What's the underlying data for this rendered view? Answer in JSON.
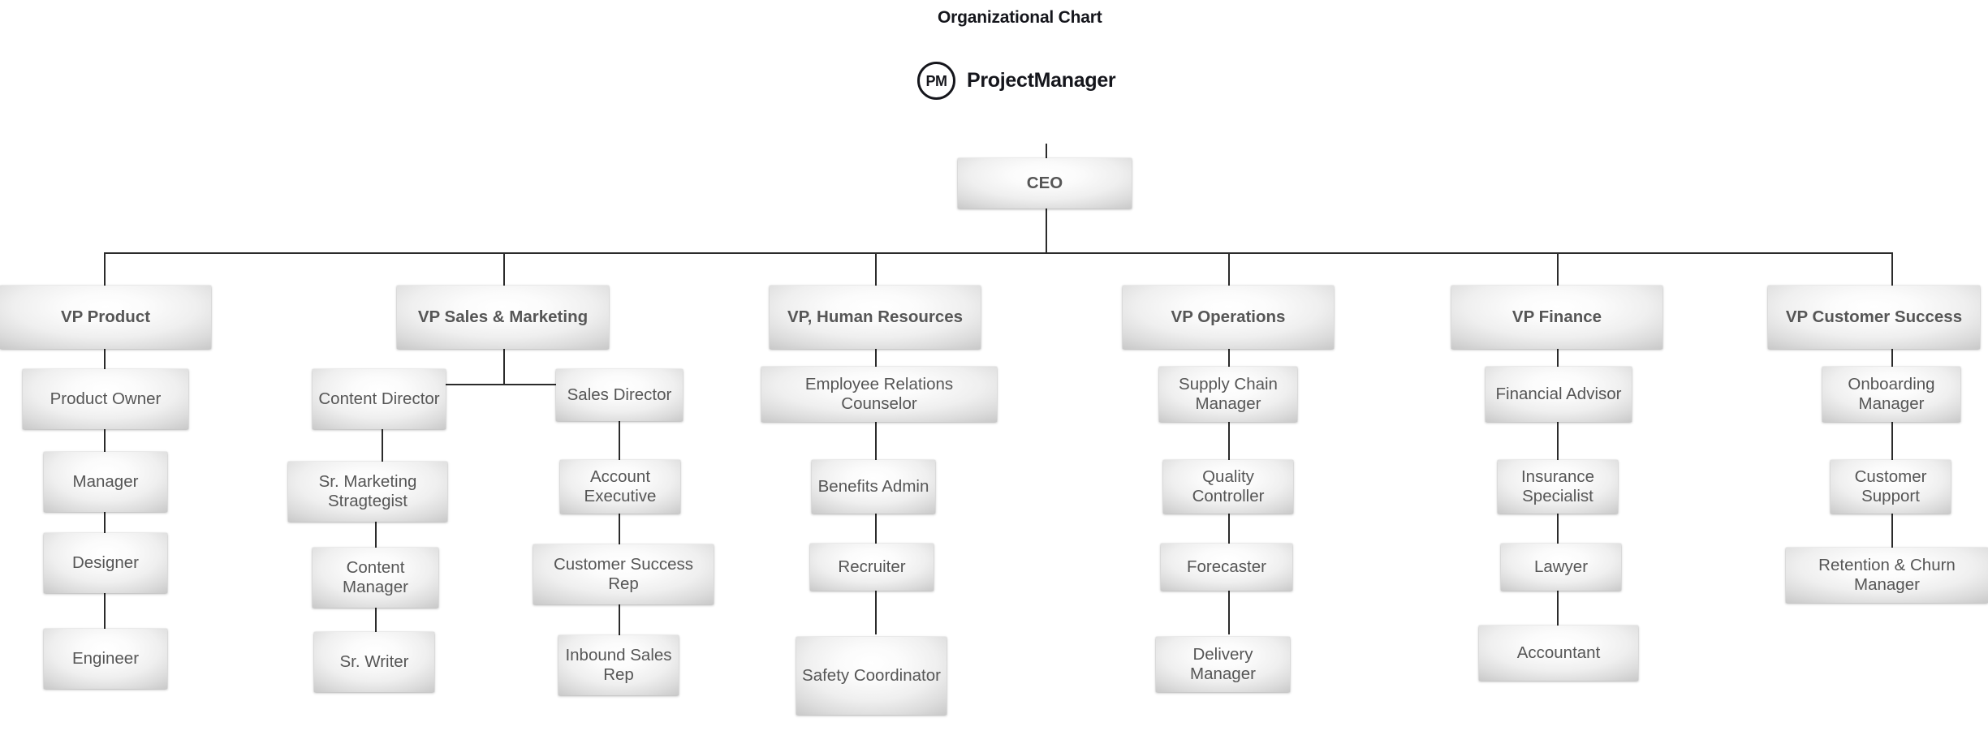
{
  "header": {
    "title": "Organizational Chart",
    "brand_initials": "PM",
    "brand_name": "ProjectManager"
  },
  "chart_data": {
    "type": "diagram",
    "title": "Organizational Chart",
    "root": "CEO",
    "nodes": {
      "ceo": "CEO",
      "vp_product": "VP Product",
      "vp_sales": "VP Sales & Marketing",
      "vp_hr": "VP, Human Resources",
      "vp_ops": "VP Operations",
      "vp_finance": "VP Finance",
      "vp_cs": "VP Customer Success",
      "product_owner": "Product Owner",
      "product_manager": "Manager",
      "product_designer": "Designer",
      "product_engineer": "Engineer",
      "content_director": "Content Director",
      "sr_marketing": "Sr. Marketing Stragtegist",
      "content_manager": "Content Manager",
      "sr_writer": "Sr. Writer",
      "sales_director": "Sales Director",
      "account_executive": "Account Executive",
      "customer_success_rep": "Customer Success Rep",
      "inbound_sales_rep": "Inbound Sales Rep",
      "employee_relations": "Employee Relations Counselor",
      "benefits_admin": "Benefits Admin",
      "recruiter": "Recruiter",
      "safety_coordinator": "Safety Coordinator",
      "supply_chain": "Supply Chain Manager",
      "quality_controller": "Quality Controller",
      "forecaster": "Forecaster",
      "delivery_manager": "Delivery Manager",
      "financial_advisor": "Financial Advisor",
      "insurance_specialist": "Insurance Specialist",
      "lawyer": "Lawyer",
      "accountant": "Accountant",
      "onboarding_manager": "Onboarding Manager",
      "customer_support": "Customer Support",
      "retention_churn": "Retention & Churn Manager"
    },
    "edges": [
      [
        "ceo",
        "vp_product"
      ],
      [
        "ceo",
        "vp_sales"
      ],
      [
        "ceo",
        "vp_hr"
      ],
      [
        "ceo",
        "vp_ops"
      ],
      [
        "ceo",
        "vp_finance"
      ],
      [
        "ceo",
        "vp_cs"
      ],
      [
        "vp_product",
        "product_owner"
      ],
      [
        "product_owner",
        "product_manager"
      ],
      [
        "product_manager",
        "product_designer"
      ],
      [
        "product_designer",
        "product_engineer"
      ],
      [
        "vp_sales",
        "content_director"
      ],
      [
        "vp_sales",
        "sales_director"
      ],
      [
        "content_director",
        "sr_marketing"
      ],
      [
        "sr_marketing",
        "content_manager"
      ],
      [
        "content_manager",
        "sr_writer"
      ],
      [
        "sales_director",
        "account_executive"
      ],
      [
        "account_executive",
        "customer_success_rep"
      ],
      [
        "customer_success_rep",
        "inbound_sales_rep"
      ],
      [
        "vp_hr",
        "employee_relations"
      ],
      [
        "employee_relations",
        "benefits_admin"
      ],
      [
        "benefits_admin",
        "recruiter"
      ],
      [
        "recruiter",
        "safety_coordinator"
      ],
      [
        "vp_ops",
        "supply_chain"
      ],
      [
        "supply_chain",
        "quality_controller"
      ],
      [
        "quality_controller",
        "forecaster"
      ],
      [
        "forecaster",
        "delivery_manager"
      ],
      [
        "vp_finance",
        "financial_advisor"
      ],
      [
        "financial_advisor",
        "insurance_specialist"
      ],
      [
        "insurance_specialist",
        "lawyer"
      ],
      [
        "lawyer",
        "accountant"
      ],
      [
        "vp_cs",
        "onboarding_manager"
      ],
      [
        "onboarding_manager",
        "customer_support"
      ],
      [
        "customer_support",
        "retention_churn"
      ]
    ],
    "colors": {
      "box_fill_light": "#ffffff",
      "box_fill_dark": "#c9c9c9",
      "text": "#565656",
      "connector": "#2b2b2b",
      "title_text": "#15161c"
    }
  }
}
